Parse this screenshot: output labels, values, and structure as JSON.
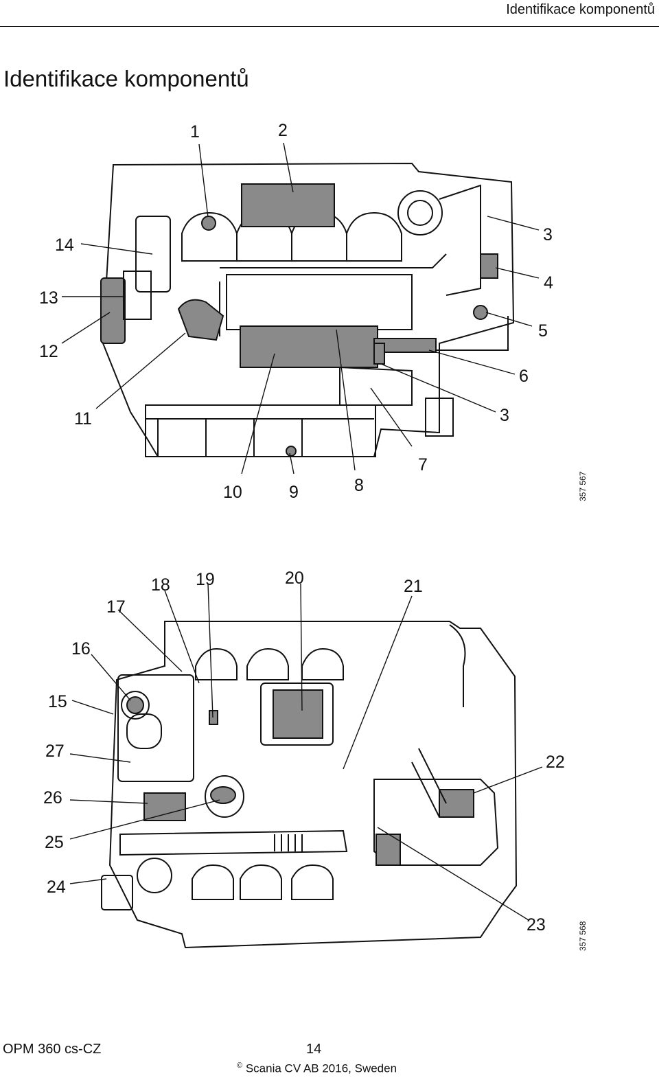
{
  "header": {
    "running_title": "Identifikace komponentů"
  },
  "page_title": "Identifikace komponentů",
  "figure1": {
    "ref": "357 567",
    "callouts": [
      "1",
      "2",
      "3",
      "4",
      "5",
      "6",
      "3",
      "7",
      "8",
      "9",
      "10",
      "11",
      "12",
      "13",
      "14"
    ]
  },
  "figure2": {
    "ref": "357 568",
    "callouts": [
      "15",
      "16",
      "17",
      "18",
      "19",
      "20",
      "21",
      "22",
      "23",
      "24",
      "25",
      "26",
      "27"
    ]
  },
  "footer": {
    "doc_id": "OPM 360 cs-CZ",
    "page_number": "14",
    "copyright_symbol": "©",
    "copyright_text": "Scania CV AB 2016, Sweden"
  }
}
